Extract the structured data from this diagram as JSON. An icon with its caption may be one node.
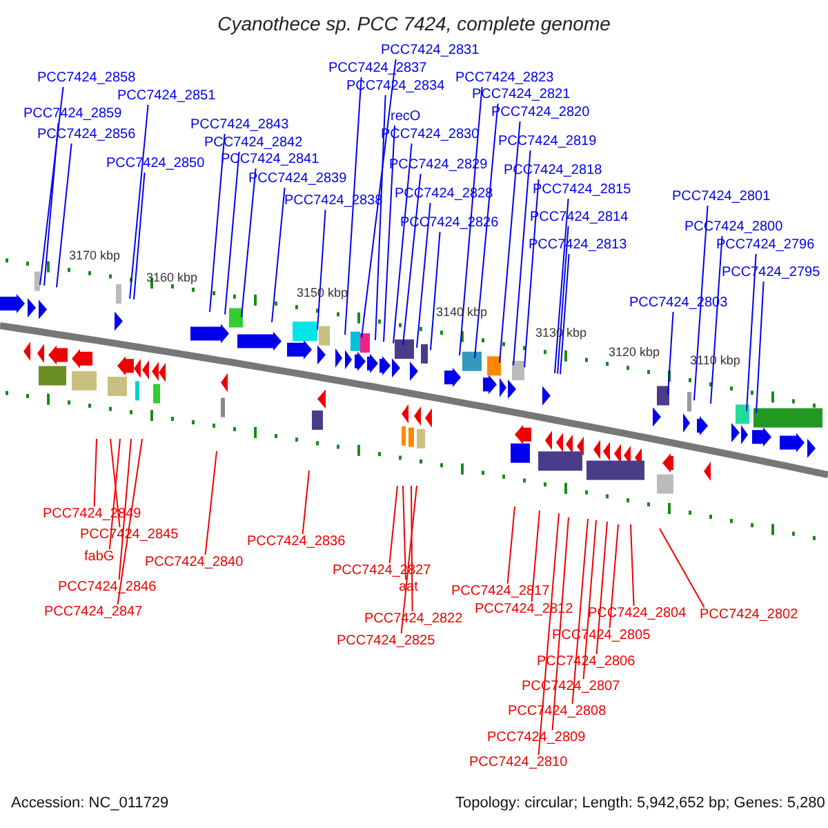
{
  "diagram": {
    "title": "Cyanothece sp. PCC 7424, complete genome",
    "nodes": [
      {
        "text": [
          "PCC7424_2858"
        ]
      },
      {
        "text": [
          "PCC7424_2851"
        ]
      },
      {
        "text": [
          "PCC7424_2859"
        ]
      },
      {
        "text": [
          "PCC7424_2856"
        ]
      },
      {
        "text": [
          "PCC7424_2850"
        ]
      },
      {
        "text": [
          "PCC7424_2843"
        ]
      },
      {
        "text": [
          "PCC7424_2842"
        ]
      },
      {
        "text": [
          "PCC7424_2841"
        ]
      },
      {
        "text": [
          "PCC7424_2839"
        ]
      },
      {
        "text": [
          "PCC7424_2838"
        ]
      },
      {
        "text": [
          "PCC7424_2837"
        ]
      },
      {
        "text": [
          "PCC7424_2831"
        ]
      },
      {
        "text": [
          "PCC7424_2834"
        ]
      },
      {
        "text": [
          "recO"
        ]
      },
      {
        "text": [
          "PCC7424_2830"
        ]
      },
      {
        "text": [
          "PCC7424_2829"
        ]
      },
      {
        "text": [
          "PCC7424_2828"
        ]
      },
      {
        "text": [
          "PCC7424_2826"
        ]
      },
      {
        "text": [
          "PCC7424_2823"
        ]
      },
      {
        "text": [
          "PCC7424_2821"
        ]
      },
      {
        "text": [
          "PCC7424_2820"
        ]
      },
      {
        "text": [
          "PCC7424_2819"
        ]
      },
      {
        "text": [
          "PCC7424_2818"
        ]
      },
      {
        "text": [
          "PCC7424_2815"
        ]
      },
      {
        "text": [
          "PCC7424_2814"
        ]
      },
      {
        "text": [
          "PCC7424_2813"
        ]
      },
      {
        "text": [
          "PCC7424_2801"
        ]
      },
      {
        "text": [
          "PCC7424_2800"
        ]
      },
      {
        "text": [
          "PCC7424_2796"
        ]
      },
      {
        "text": [
          "PCC7424_2795"
        ]
      },
      {
        "text": [
          "PCC7424_2803"
        ]
      },
      {
        "text": [
          "PCC7424_2849"
        ]
      },
      {
        "text": [
          "PCC7424_2845"
        ]
      },
      {
        "text": [
          "fabG"
        ]
      },
      {
        "text": [
          "PCC7424_2846"
        ]
      },
      {
        "text": [
          "PCC7424_2847"
        ]
      },
      {
        "text": [
          "PCC7424_2840"
        ]
      },
      {
        "text": [
          "PCC7424_2836"
        ]
      },
      {
        "text": [
          "PCC7424_2827"
        ]
      },
      {
        "text": [
          "aat"
        ]
      },
      {
        "text": [
          "PCC7424_2822"
        ]
      },
      {
        "text": [
          "PCC7424_2825"
        ]
      },
      {
        "text": [
          "PCC7424_2817"
        ]
      },
      {
        "text": [
          "PCC7424_2812"
        ]
      },
      {
        "text": [
          "PCC7424_2804"
        ]
      },
      {
        "text": [
          "PCC7424_2802"
        ]
      },
      {
        "text": [
          "PCC7424_2805"
        ]
      },
      {
        "text": [
          "PCC7424_2806"
        ]
      },
      {
        "text": [
          "PCC7424_2807"
        ]
      },
      {
        "text": [
          "PCC7424_2808"
        ]
      },
      {
        "text": [
          "PCC7424_2809"
        ]
      },
      {
        "text": [
          "PCC7424_2810"
        ]
      }
    ],
    "edges": [
      {
        "from": 0,
        "to": null,
        "arrow": "none"
      },
      {
        "from": 1,
        "to": null,
        "arrow": "none"
      },
      {
        "from": 2,
        "to": null,
        "arrow": "none"
      },
      {
        "from": 3,
        "to": null,
        "arrow": "none"
      },
      {
        "from": 4,
        "to": null,
        "arrow": "none"
      },
      {
        "from": 5,
        "to": null,
        "arrow": "none"
      },
      {
        "from": 6,
        "to": null,
        "arrow": "none"
      },
      {
        "from": 7,
        "to": null,
        "arrow": "none"
      },
      {
        "from": 8,
        "to": null,
        "arrow": "none"
      },
      {
        "from": 9,
        "to": null,
        "arrow": "none"
      },
      {
        "from": 10,
        "to": null,
        "arrow": "none"
      },
      {
        "from": 11,
        "to": null,
        "arrow": "none"
      },
      {
        "from": 12,
        "to": null,
        "arrow": "none"
      },
      {
        "from": 13,
        "to": null,
        "arrow": "none"
      },
      {
        "from": 14,
        "to": null,
        "arrow": "none"
      },
      {
        "from": 15,
        "to": null,
        "arrow": "none"
      },
      {
        "from": 16,
        "to": null,
        "arrow": "none"
      },
      {
        "from": 17,
        "to": null,
        "arrow": "none"
      },
      {
        "from": 18,
        "to": null,
        "arrow": "none"
      },
      {
        "from": 19,
        "to": null,
        "arrow": "none"
      },
      {
        "from": 20,
        "to": null,
        "arrow": "none"
      },
      {
        "from": 21,
        "to": null,
        "arrow": "none"
      },
      {
        "from": 22,
        "to": null,
        "arrow": "none"
      },
      {
        "from": 23,
        "to": null,
        "arrow": "none"
      },
      {
        "from": 24,
        "to": null,
        "arrow": "none"
      },
      {
        "from": 25,
        "to": null,
        "arrow": "none"
      },
      {
        "from": 26,
        "to": null,
        "arrow": "none"
      },
      {
        "from": 27,
        "to": null,
        "arrow": "none"
      },
      {
        "from": 28,
        "to": null,
        "arrow": "none"
      },
      {
        "from": 29,
        "to": null,
        "arrow": "none"
      },
      {
        "from": 30,
        "to": null,
        "arrow": "none"
      },
      {
        "from": 31,
        "to": null,
        "arrow": "none",
        "color": "#ee0000"
      },
      {
        "from": 32,
        "to": null,
        "arrow": "none",
        "color": "#ee0000"
      },
      {
        "from": 33,
        "to": null,
        "arrow": "none",
        "color": "#ee0000"
      },
      {
        "from": 34,
        "to": null,
        "arrow": "none",
        "color": "#ee0000"
      },
      {
        "from": 35,
        "to": null,
        "arrow": "none",
        "color": "#ee0000"
      },
      {
        "from": 36,
        "to": null,
        "arrow": "none",
        "color": "#ee0000"
      },
      {
        "from": 37,
        "to": null,
        "arrow": "none",
        "color": "#ee0000"
      },
      {
        "from": 38,
        "to": null,
        "arrow": "none",
        "color": "#ee0000"
      },
      {
        "from": 39,
        "to": null,
        "arrow": "none",
        "color": "#ee0000"
      },
      {
        "from": 40,
        "to": null,
        "arrow": "none",
        "color": "#ee0000"
      },
      {
        "from": 41,
        "to": null,
        "arrow": "none",
        "color": "#ee0000"
      },
      {
        "from": 42,
        "to": null,
        "arrow": "none",
        "color": "#ee0000"
      },
      {
        "from": 43,
        "to": null,
        "arrow": "none",
        "color": "#ee0000"
      },
      {
        "from": 44,
        "to": null,
        "arrow": "none",
        "color": "#ee0000"
      },
      {
        "from": 45,
        "to": null,
        "arrow": "none",
        "color": "#ee0000"
      },
      {
        "from": 46,
        "to": null,
        "arrow": "none",
        "color": "#ee0000"
      },
      {
        "from": 47,
        "to": null,
        "arrow": "none",
        "color": "#ee0000"
      },
      {
        "from": 48,
        "to": null,
        "arrow": "none",
        "color": "#ee0000"
      },
      {
        "from": 49,
        "to": null,
        "arrow": "none",
        "color": "#ee0000"
      },
      {
        "from": 50,
        "to": null,
        "arrow": "none",
        "color": "#ee0000"
      },
      {
        "from": 51,
        "to": null,
        "arrow": "none",
        "color": "#ee0000"
      }
    ],
    "labels": [
      "3170 kbp",
      "3160 kbp",
      "3150 kbp",
      "3140 kbp",
      "3130 kbp",
      "3120 kbp",
      "3110 kbp",
      "Accession: NC_011729",
      "Topology: circular; Length: 5,942,652 bp; Genes: 5,280"
    ]
  }
}
